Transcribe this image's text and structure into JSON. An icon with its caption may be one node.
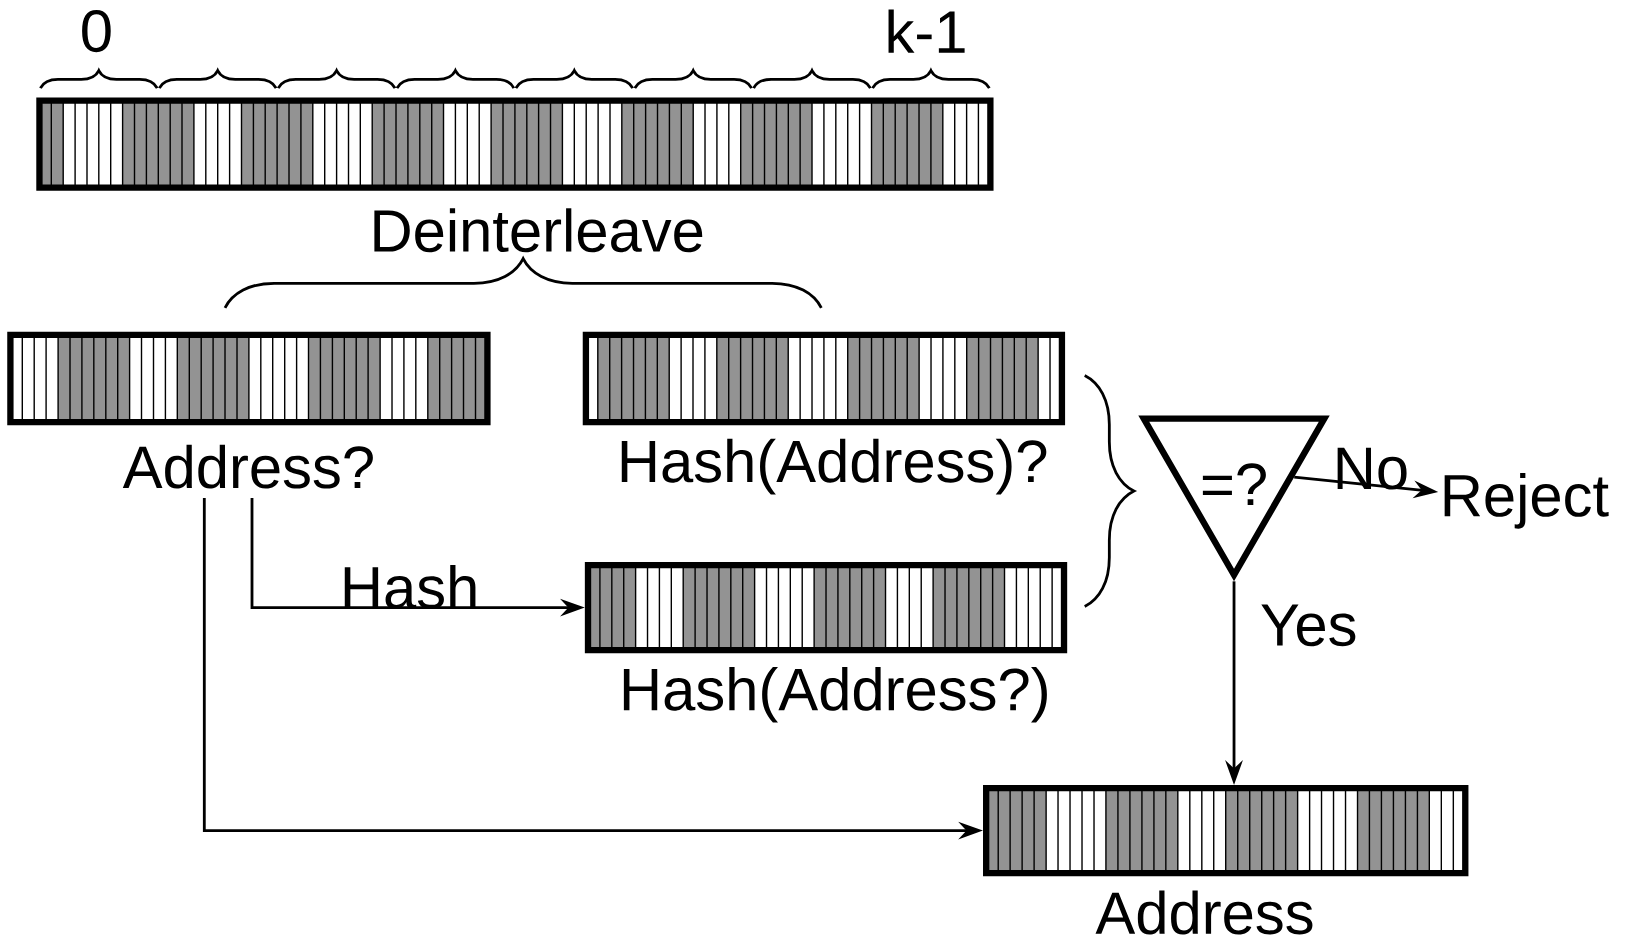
{
  "diagram": {
    "nodes": [
      {
        "text": [],
        "shape": "bar"
      },
      {
        "text": [
          "Address?"
        ]
      },
      {
        "text": [
          "Hash(Address)?"
        ]
      },
      {
        "text": [
          "Hash(Address?)"
        ]
      },
      {
        "text": [
          "=?"
        ]
      },
      {
        "text": [
          "Reject"
        ]
      },
      {
        "text": [
          "Address"
        ]
      }
    ],
    "edges": [
      {
        "from": 1,
        "to": 3,
        "arrow": "to",
        "label": "Hash"
      },
      {
        "from": 1,
        "to": 6,
        "arrow": "to"
      },
      {
        "from": 4,
        "to": 5,
        "arrow": "to",
        "label": "No"
      },
      {
        "from": 4,
        "to": 6,
        "arrow": "to",
        "label": "Yes"
      }
    ],
    "labels": [
      "0",
      "k-1",
      "Deinterleave"
    ]
  }
}
